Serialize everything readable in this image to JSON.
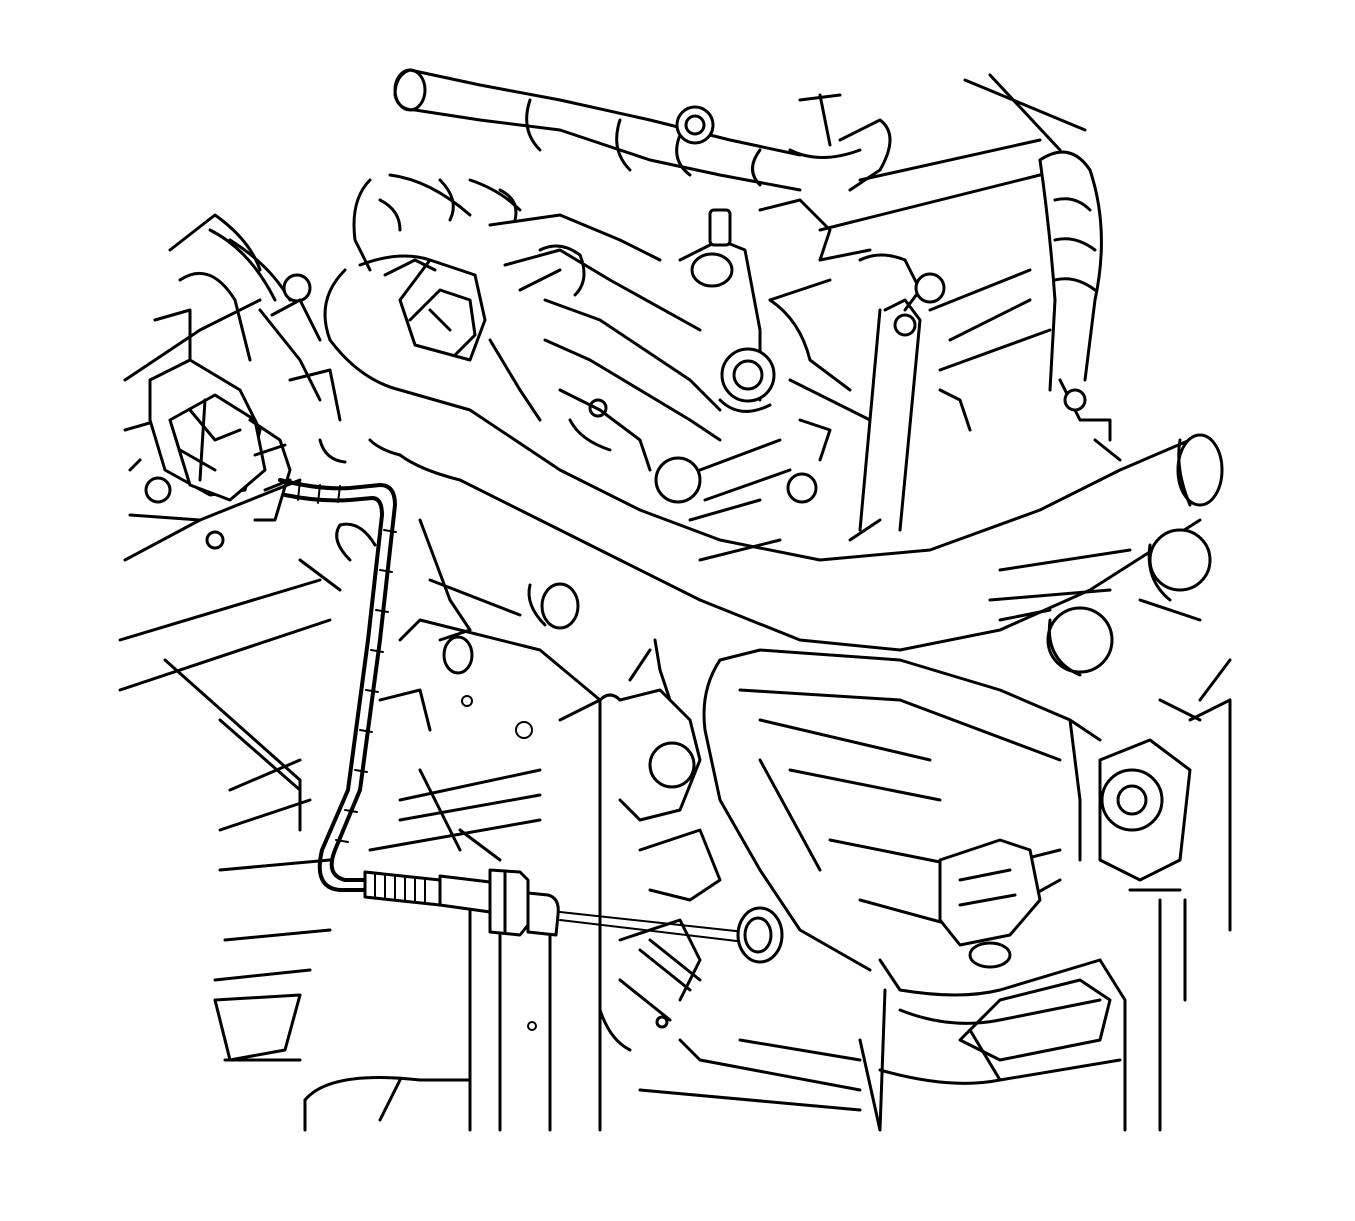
{
  "figure": {
    "type": "line-art technical illustration",
    "colors": {
      "stroke": "#000000",
      "background": "#ffffff"
    },
    "parts": [
      {
        "id": "oxygen-sensor",
        "icon": "oxygen-sensor"
      },
      {
        "id": "sensor-wire-harness",
        "icon": "wire-harness"
      },
      {
        "id": "sensor-electrical-connector",
        "icon": "connector"
      },
      {
        "id": "exhaust-mounting-hole",
        "icon": "threaded-hole"
      },
      {
        "id": "catalytic-converter",
        "icon": "catalytic-converter"
      },
      {
        "id": "coolant-pipe",
        "icon": "pipe"
      },
      {
        "id": "upper-hose",
        "icon": "hose"
      },
      {
        "id": "engine-block",
        "icon": "engine-block"
      }
    ]
  }
}
